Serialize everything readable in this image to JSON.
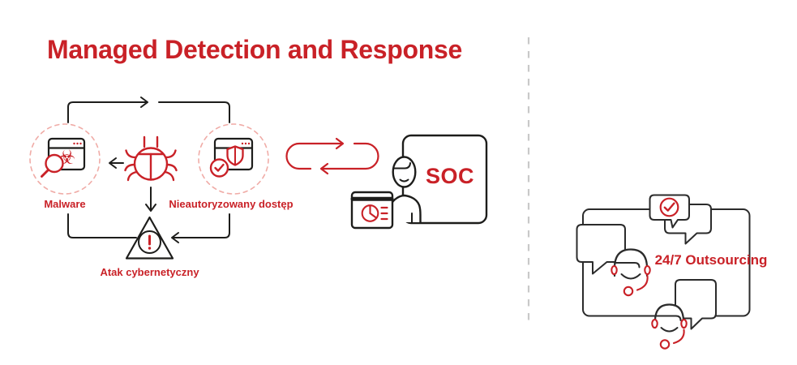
{
  "title": "Managed Detection and Response",
  "colors": {
    "primary_red": "#c92127",
    "stroke_dark": "#1d1d1b",
    "dashed_circle_red": "#f0aca7",
    "divider_gray": "#c9c9c9",
    "background": "#ffffff"
  },
  "icons": {
    "biohazard_glyph": "☣"
  },
  "diagram": {
    "malware_label": "Malware",
    "unauthorized_label": "Nieautoryzowany dostęp",
    "attack_label": "Atak cybernetyczny",
    "soc_label": "SOC",
    "icon_names": [
      "browser-malware-icon",
      "magnifier-icon",
      "bug-icon",
      "browser-shield-icon",
      "check-circle-icon",
      "warning-triangle-icon",
      "exclamation-icon",
      "sync-cycle-arrows-icon",
      "analyst-person-icon",
      "dashboard-pie-window-icon"
    ]
  },
  "outsourcing": {
    "label": "24/7 Outsourcing",
    "icon_names": [
      "check-chat-bubble-icon",
      "chat-bubble-icon",
      "agent-headset-icon",
      "frame-outline"
    ]
  }
}
